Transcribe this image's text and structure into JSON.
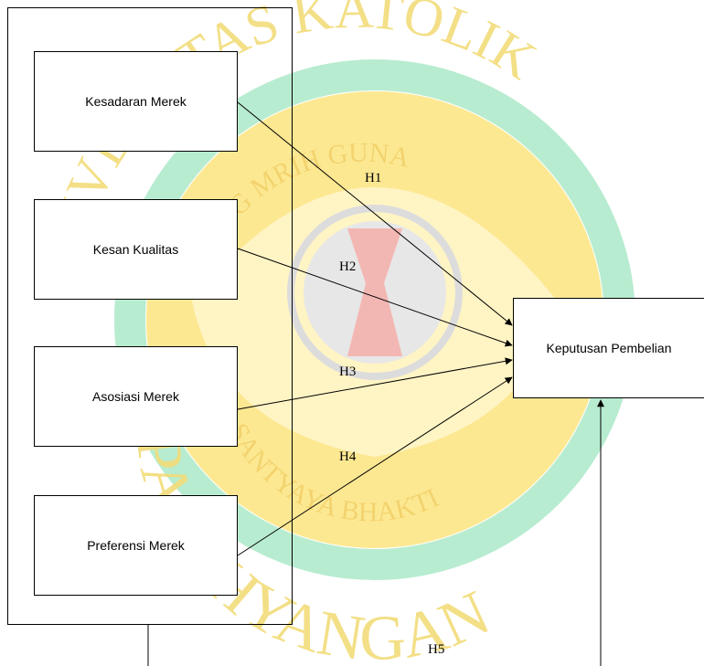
{
  "diagram": {
    "independent_variables": [
      {
        "label": "Kesadaran Merek"
      },
      {
        "label": "Kesan Kualitas"
      },
      {
        "label": "Asosiasi Merek"
      },
      {
        "label": "Preferensi Merek"
      }
    ],
    "dependent_variable": {
      "label": "Keputusan Pembelian"
    },
    "hypotheses": [
      {
        "label": "H1",
        "from": "Kesadaran Merek",
        "to": "Keputusan Pembelian"
      },
      {
        "label": "H2",
        "from": "Kesan Kualitas",
        "to": "Keputusan Pembelian"
      },
      {
        "label": "H3",
        "from": "Asosiasi Merek",
        "to": "Keputusan Pembelian"
      },
      {
        "label": "H4",
        "from": "Preferensi Merek",
        "to": "Keputusan Pembelian"
      },
      {
        "label": "H5",
        "from": "all independent variables",
        "to": "Keputusan Pembelian"
      }
    ]
  },
  "watermark": {
    "text_top": "UNIVERSITAS KATOLIK",
    "text_bottom": "PARAHYANGAN",
    "inner_top": "YANG MRIH GUNA",
    "inner_bottom": "SANTYAYA BHAKTI",
    "colors": {
      "yellow": "#fde892",
      "green": "#b8ecd0",
      "text": "#f2dc7a",
      "red": "#f3b7b3",
      "grey": "#e7e7e7"
    }
  }
}
